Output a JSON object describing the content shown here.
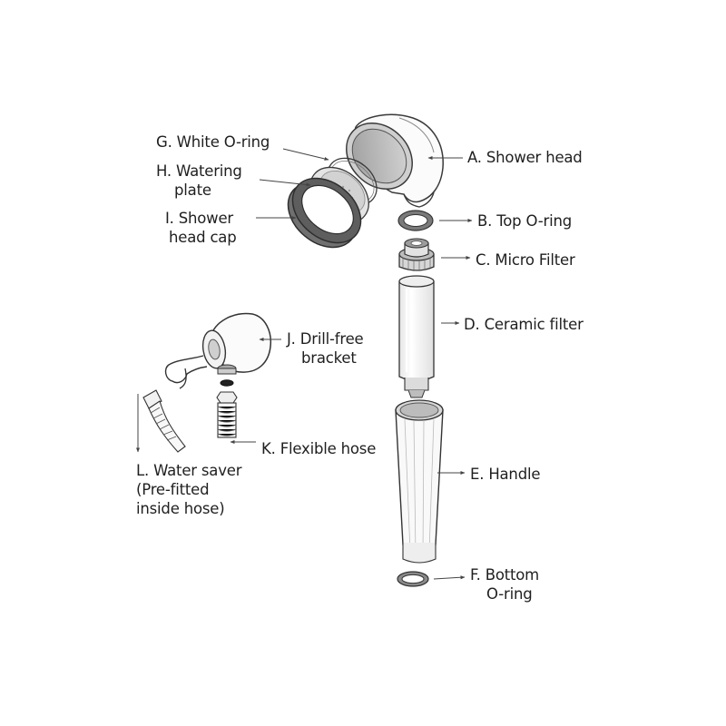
{
  "parts": {
    "a": {
      "label": "A. Shower head"
    },
    "b": {
      "label": "B. Top O-ring"
    },
    "c": {
      "label": "C. Micro Filter"
    },
    "d": {
      "label": "D. Ceramic filter"
    },
    "e": {
      "label": "E. Handle"
    },
    "f": {
      "line1": "F. Bottom",
      "line2": "O-ring"
    },
    "g": {
      "label": "G. White O-ring"
    },
    "h": {
      "line1": "H. Watering",
      "line2": "plate"
    },
    "i": {
      "line1": "I. Shower",
      "line2": "head cap"
    },
    "j": {
      "line1": "J. Drill-free",
      "line2": "bracket"
    },
    "k": {
      "label": "K. Flexible hose"
    },
    "l": {
      "line1": "L. Water saver",
      "line2": "(Pre-fitted",
      "line3": "inside hose)"
    }
  },
  "colors": {
    "outline": "#3a3a3a",
    "ring_dark": "#6e6e6e",
    "ring_light": "#f2f2f2",
    "inner_shade": "#b4b4b4",
    "body_fill": "#fbfbfb",
    "arrow": "#444444"
  }
}
